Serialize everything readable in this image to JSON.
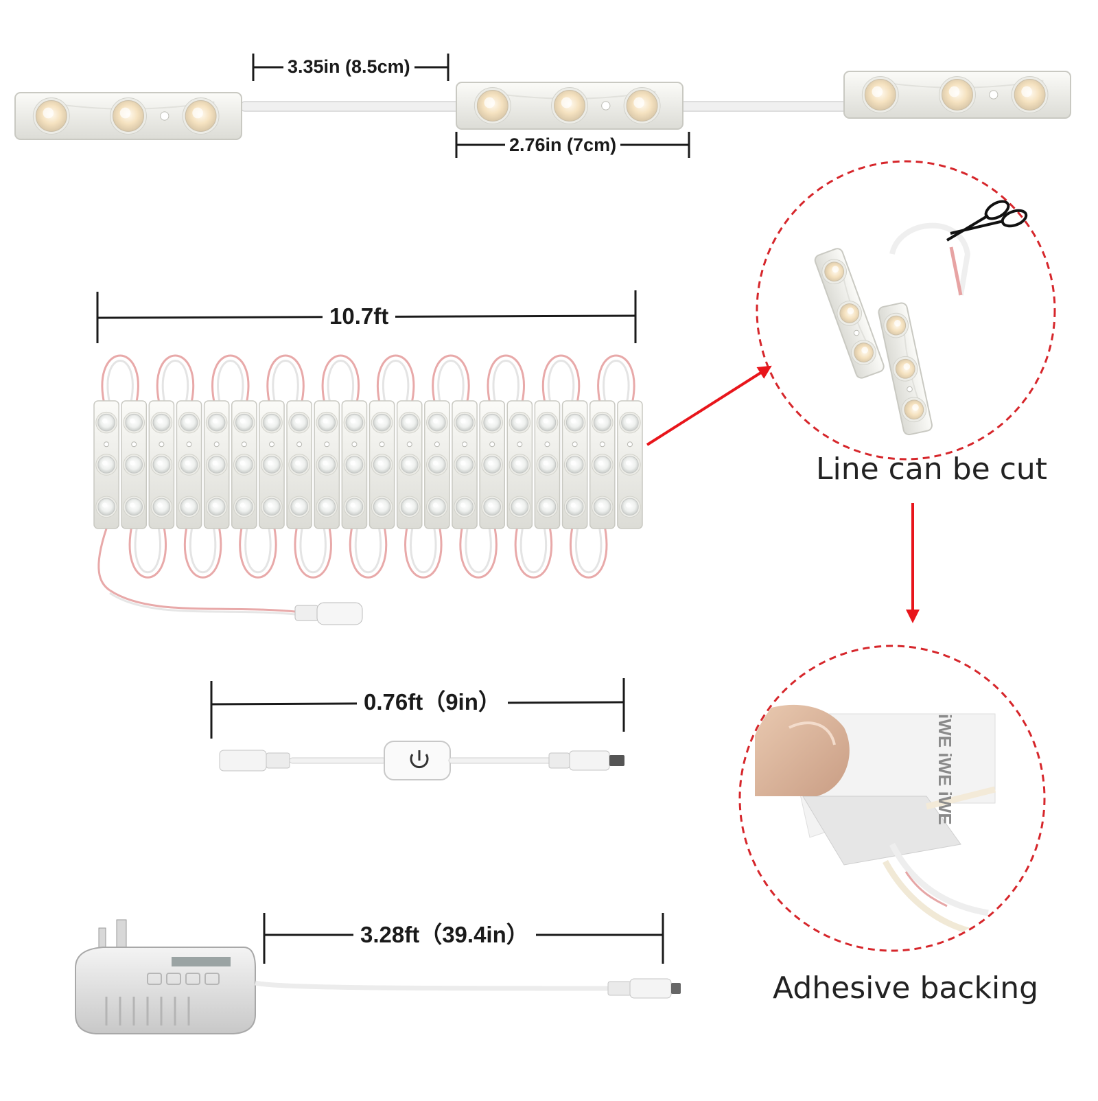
{
  "dimensions": {
    "module_spacing": "3.35in (8.5cm)",
    "module_length": "2.76in (7cm)",
    "chain_length": "10.7ft",
    "switch_cable": "0.76ft（9in）",
    "adapter_cable": "3.28ft（39.4in）"
  },
  "captions": {
    "cut": "Line can be cut",
    "adhesive": "Adhesive backing"
  },
  "tape_print": "iWE iWE iWE",
  "colors": {
    "arrow": "#e8151b",
    "circle_dash": "#d6262b",
    "module_body": "#f2f2ee",
    "lens_warm": "#f7e6c8",
    "wire_red": "#e59a9a"
  },
  "icons": {
    "switch": "power-icon",
    "cut_tool": "scissors-icon"
  }
}
